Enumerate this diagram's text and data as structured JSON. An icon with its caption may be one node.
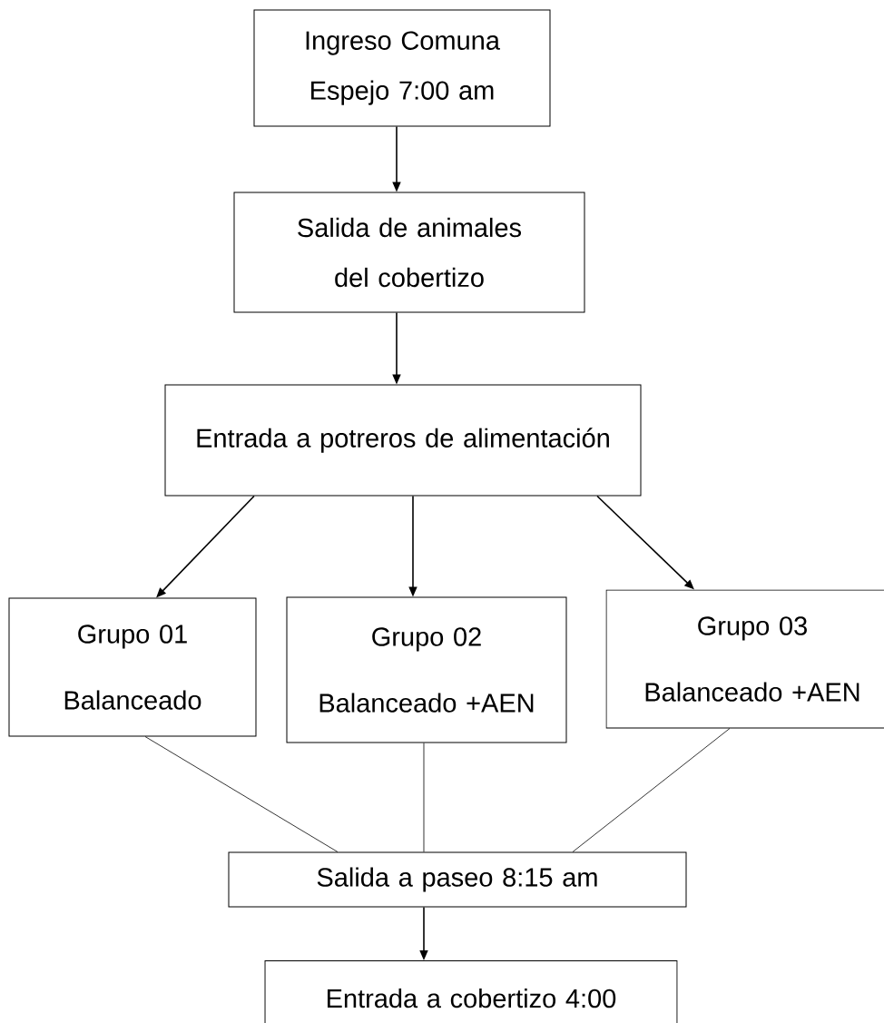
{
  "diagram": {
    "nodes": [
      {
        "text": [
          "Ingreso Comuna Espejo 7:00 am"
        ]
      },
      {
        "text": [
          "Salida de animales del cobertizo"
        ]
      },
      {
        "text": [
          "Entrada a potreros de alimentación"
        ]
      },
      {
        "text": [
          "Grupo 01",
          "Balanceado"
        ]
      },
      {
        "text": [
          "Grupo 02",
          "Balanceado +AEN"
        ]
      },
      {
        "text": [
          "Grupo 03",
          "Balanceado +AEN"
        ]
      },
      {
        "text": [
          "Salida a paseo 8:15 am"
        ]
      },
      {
        "text": [
          "Entrada a cobertizo 4:00"
        ]
      }
    ],
    "edges": [
      {
        "from": 0,
        "to": 1,
        "arrow": "to"
      },
      {
        "from": 1,
        "to": 2,
        "arrow": "to"
      },
      {
        "from": 2,
        "to": 3,
        "arrow": "to"
      },
      {
        "from": 2,
        "to": 4,
        "arrow": "to"
      },
      {
        "from": 2,
        "to": 5,
        "arrow": "to"
      },
      {
        "from": 3,
        "to": 6,
        "arrow": "none"
      },
      {
        "from": 4,
        "to": 6,
        "arrow": "none"
      },
      {
        "from": 5,
        "to": 6,
        "arrow": "none"
      },
      {
        "from": 6,
        "to": 7,
        "arrow": "to"
      }
    ]
  }
}
